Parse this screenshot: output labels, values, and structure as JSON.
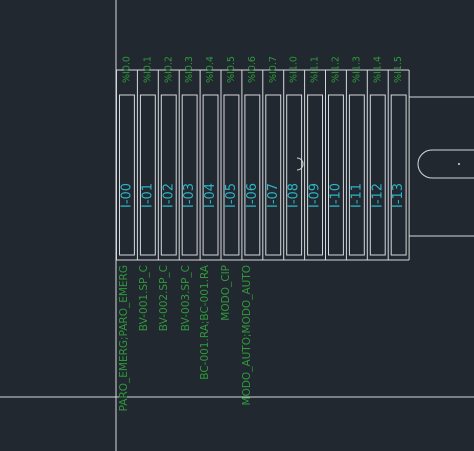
{
  "colors": {
    "background": "#212830",
    "drawing_line": "#d6d9dc",
    "input_label": "#2bb5c6",
    "address_label": "#2f9a3a",
    "tag_label": "#2f9a3a"
  },
  "terminals": [
    {
      "input": "I-00",
      "address": "%I0.0"
    },
    {
      "input": "I-01",
      "address": "%I0.1"
    },
    {
      "input": "I-02",
      "address": "%I0.2"
    },
    {
      "input": "I-03",
      "address": "%I0.3"
    },
    {
      "input": "I-04",
      "address": "%I0.4"
    },
    {
      "input": "I-05",
      "address": "%I0.5"
    },
    {
      "input": "I-06",
      "address": "%I0.6"
    },
    {
      "input": "I-07",
      "address": "%I0.7"
    },
    {
      "input": "I-08",
      "address": "%I1.0"
    },
    {
      "input": "I-09",
      "address": "%I1.1"
    },
    {
      "input": "I-10",
      "address": "%I1.2"
    },
    {
      "input": "I-11",
      "address": "%I1.3"
    },
    {
      "input": "I-12",
      "address": "%I1.4"
    },
    {
      "input": "I-13",
      "address": "%I1.5"
    }
  ],
  "tags": [
    "PARO_EMERG;PARO_EMERG",
    "BV-001.SP_C",
    "BV-002.SP_C",
    "BV-003.SP_C",
    "BC-001.RA;BC-001.RA",
    "MODO_CIP",
    "MODO_AUTO;MODO_AUTO"
  ]
}
